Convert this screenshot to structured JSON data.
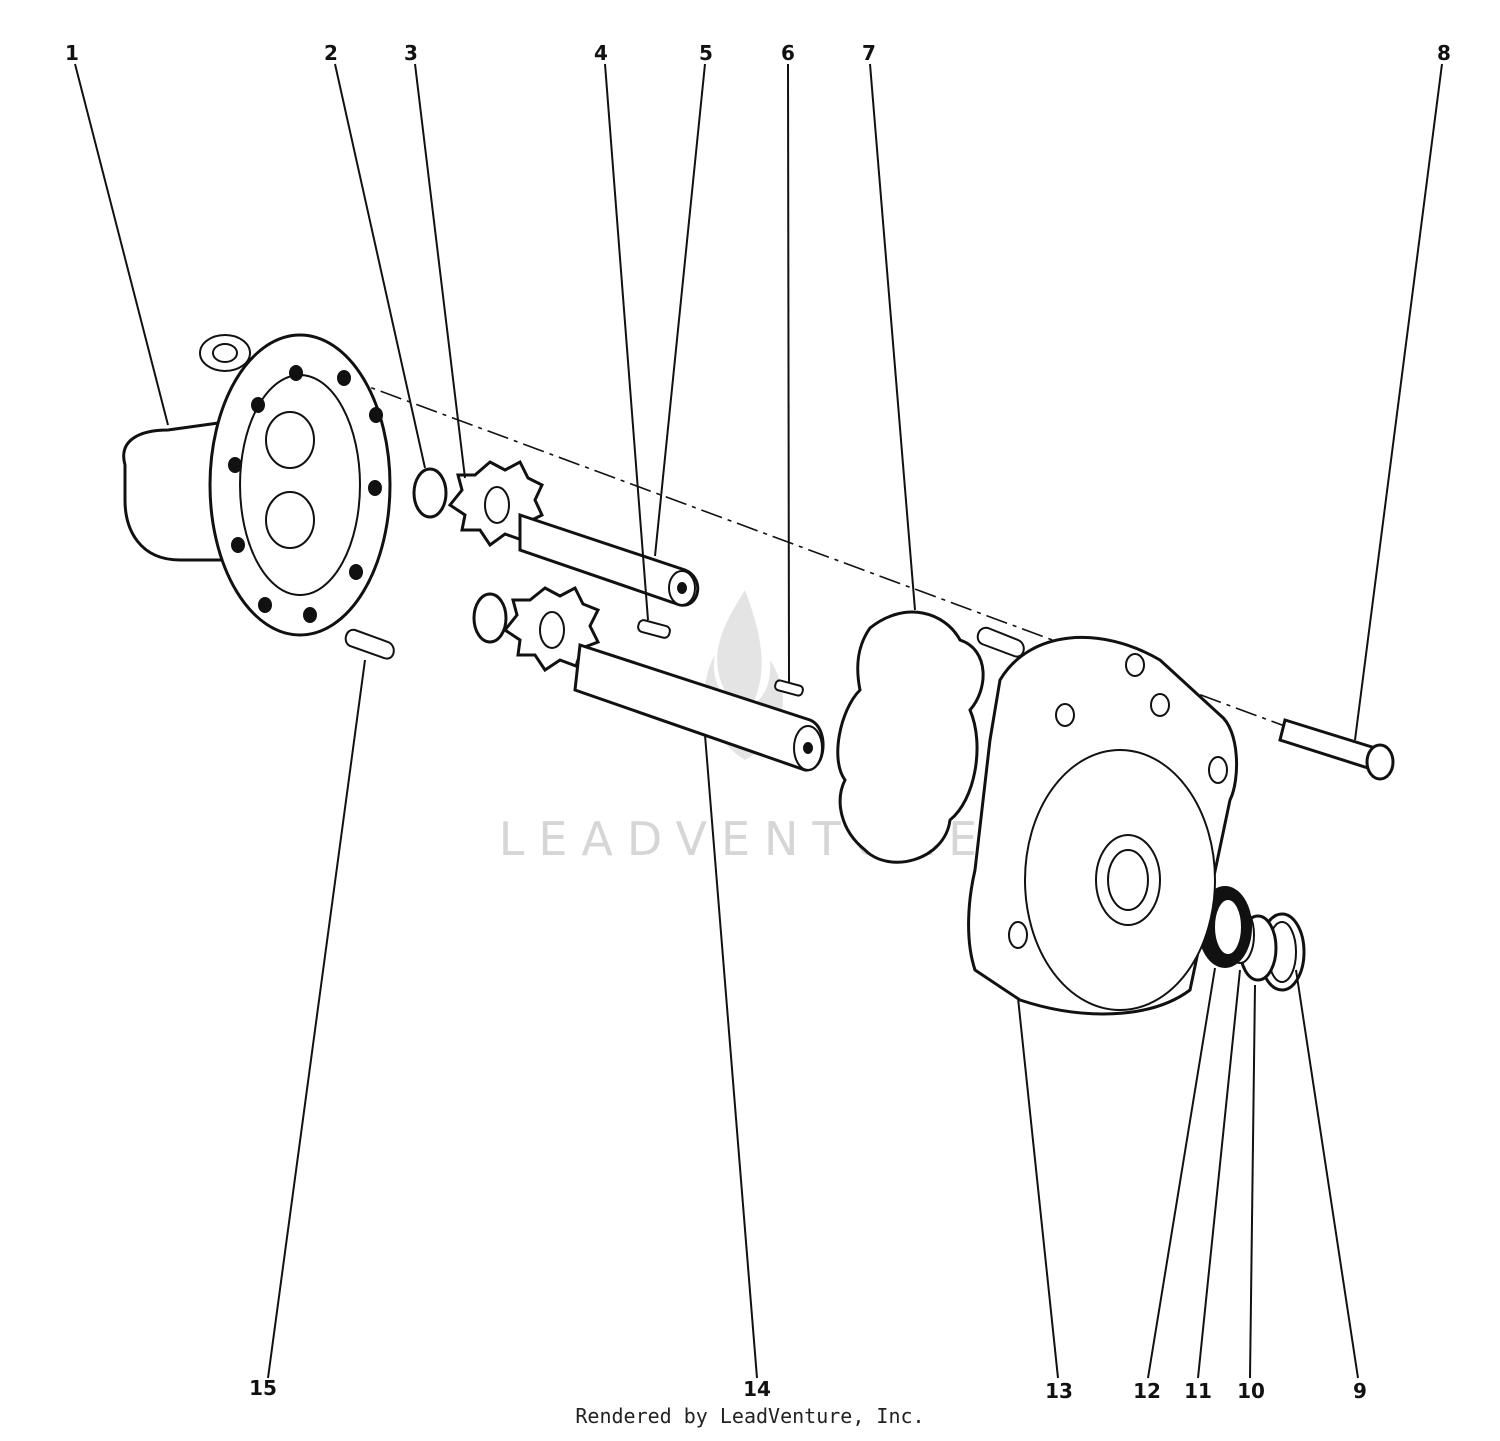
{
  "callouts": [
    "1",
    "2",
    "3",
    "4",
    "5",
    "6",
    "7",
    "8",
    "9",
    "10",
    "11",
    "12",
    "13",
    "14",
    "15"
  ],
  "watermark": {
    "text": "LEADVENTURE"
  },
  "footer": {
    "text": "Rendered by LeadVenture, Inc."
  },
  "colors": {
    "ink": "#111111",
    "watermark": "#d6d6d6",
    "background": "#ffffff"
  }
}
